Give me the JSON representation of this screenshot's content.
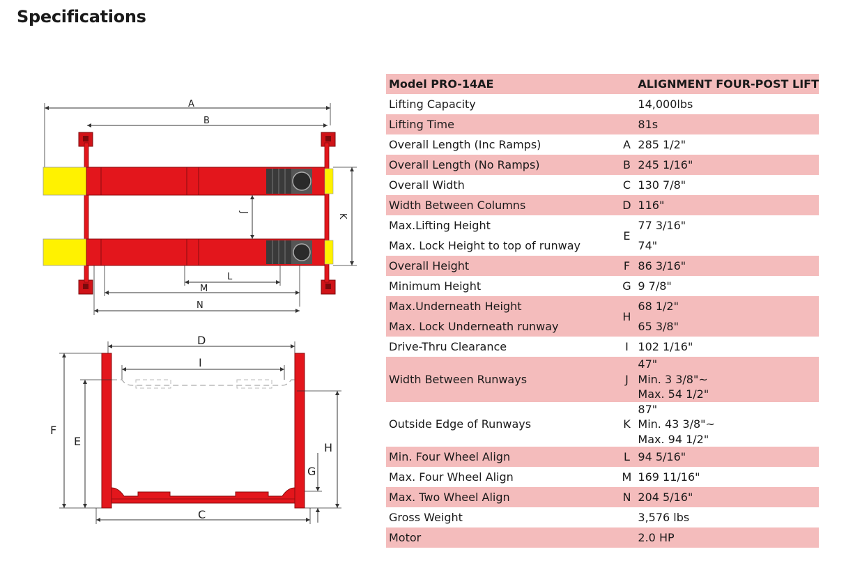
{
  "page": {
    "heading": "Specifications"
  },
  "diagram": {
    "top_labels": [
      "A",
      "B",
      "J",
      "K",
      "L",
      "M",
      "N"
    ],
    "front_labels": [
      "D",
      "I",
      "F",
      "E",
      "H",
      "G",
      "C"
    ]
  },
  "specs": {
    "header": {
      "name": "Model PRO-14AE",
      "value": "ALIGNMENT FOUR-POST LIFT"
    },
    "rows": [
      {
        "name": "Lifting Capacity",
        "letter": "",
        "value": "14,000lbs"
      },
      {
        "name": "Lifting Time",
        "letter": "",
        "value": "81s"
      },
      {
        "name": "Overall Length (Inc Ramps)",
        "letter": "A",
        "value": "285 1/2\""
      },
      {
        "name": "Overall Length (No Ramps)",
        "letter": "B",
        "value": "245 1/16\""
      },
      {
        "name": "Overall Width",
        "letter": "C",
        "value": "130 7/8\""
      },
      {
        "name": "Width Between Columns",
        "letter": "D",
        "value": "116\""
      },
      {
        "name": "Max.Lifting Height",
        "name2": "Max. Lock Height to top of runway",
        "letter": "E",
        "value": "77 3/16\"",
        "value2": "74\""
      },
      {
        "name": "Overall Height",
        "letter": "F",
        "value": "86 3/16\""
      },
      {
        "name": "Minimum Height",
        "letter": "G",
        "value": "9 7/8\""
      },
      {
        "name": "Max.Underneath Height",
        "name2": "Max. Lock Underneath runway",
        "letter": "H",
        "value": "68 1/2\"",
        "value2": "65 3/8\""
      },
      {
        "name": "Drive-Thru  Clearance",
        "letter": "I",
        "value": "102 1/16\""
      },
      {
        "name": "Width Between Runways",
        "letter": "J",
        "value": "47\"",
        "value2": "Min. 3 3/8\"~",
        "value3": "Max. 54 1/2\""
      },
      {
        "name": "Outside  Edge of Runways",
        "letter": "K",
        "value": "87\"",
        "value2": "Min. 43 3/8\"~",
        "value3": "Max. 94 1/2\""
      },
      {
        "name": "Min. Four Wheel Align",
        "letter": "L",
        "value": "94 5/16\""
      },
      {
        "name": "Max. Four Wheel Align",
        "letter": "M",
        "value": "169 11/16\""
      },
      {
        "name": "Max. Two Wheel Align",
        "letter": "N",
        "value": "204 5/16\""
      },
      {
        "name": "Gross Weight",
        "letter": "",
        "value": "3,576 lbs"
      },
      {
        "name": "Motor",
        "letter": "",
        "value": "2.0 HP"
      }
    ]
  },
  "colors": {
    "pink": "#f4bcbc",
    "red": "#e3161c",
    "yellow": "#fff200",
    "dark": "#3a3a3a"
  }
}
